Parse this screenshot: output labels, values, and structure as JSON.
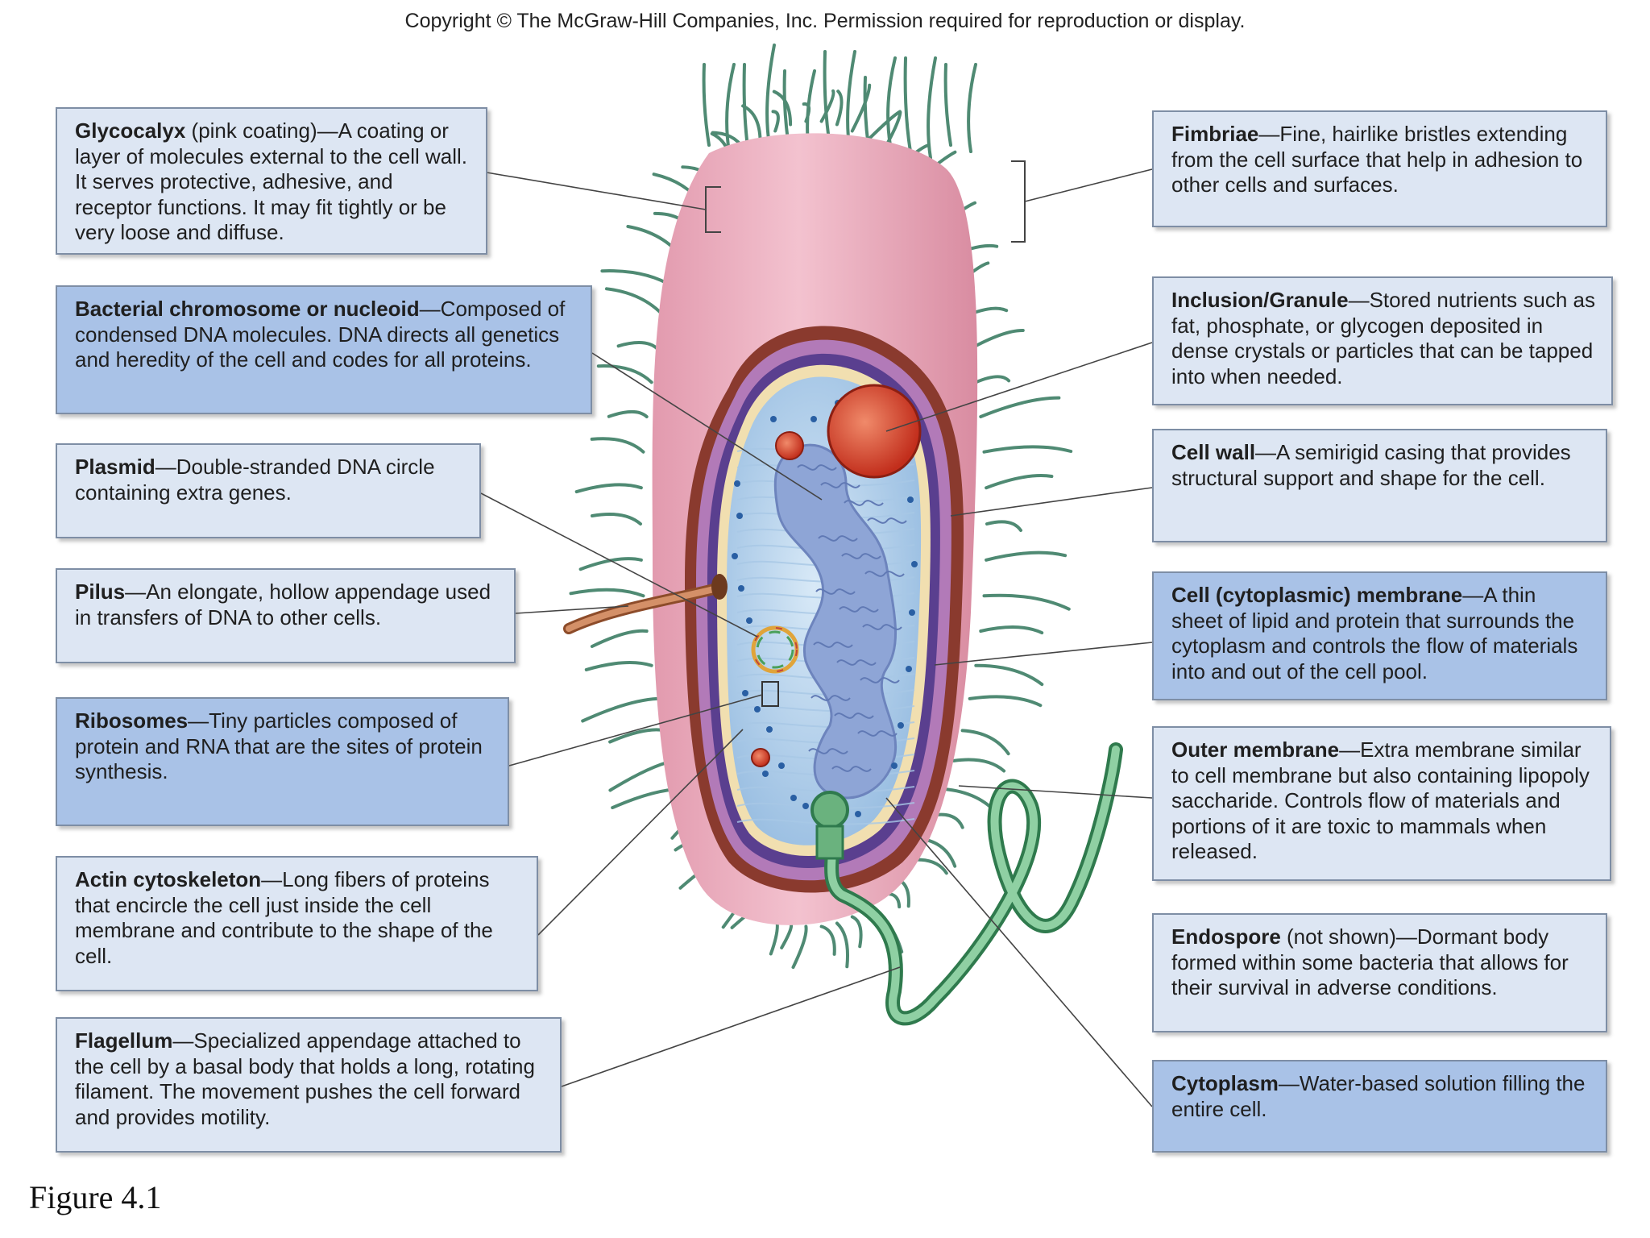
{
  "header": {
    "copyright": "Copyright © The McGraw-Hill Companies, Inc. Permission required for reproduction or display."
  },
  "figure_label": "Figure 4.1",
  "colors": {
    "box_light": "#dde6f3",
    "box_dark": "#a9c2e7",
    "glycocalyx": "#e8a7b6",
    "cytoplasm": "#bcd6ee",
    "nucleoid": "#8ea5d6",
    "granule": "#d9432a",
    "fimbriae": "#4f8a73",
    "flagellum": "#6fb58a"
  },
  "labels_left": [
    {
      "term": "Glycocalyx",
      "text": " (pink coating)—A coating or layer of molecules external to the cell wall. It serves protective, adhesive, and receptor functions. It may fit tightly or be very loose and diffuse."
    },
    {
      "term": "Bacterial chromosome or nucleoid",
      "text": "—Composed of condensed DNA molecules. DNA directs all genetics and heredity of the cell and codes for all proteins."
    },
    {
      "term": "Plasmid",
      "text": "—Double-stranded DNA circle containing extra genes."
    },
    {
      "term": "Pilus",
      "text": "—An elongate, hollow appendage used in transfers of DNA to other cells."
    },
    {
      "term": "Ribosomes",
      "text": "—Tiny particles composed of protein and RNA that are the sites of protein synthesis."
    },
    {
      "term": "Actin cytoskeleton",
      "text": "—Long fibers of proteins that encircle the cell just inside the cell membrane and contribute to the shape of the cell."
    },
    {
      "term": "Flagellum",
      "text": "—Specialized appendage attached to the cell by a basal body that holds a long, rotating filament. The movement pushes the cell forward and provides motility."
    }
  ],
  "labels_right": [
    {
      "term": "Fimbriae",
      "text": "—Fine, hairlike bristles extending from the cell surface that help in adhesion to other cells and surfaces."
    },
    {
      "term": "Inclusion/Granule",
      "text": "—Stored nutrients such as fat, phosphate, or glycogen deposited in dense crystals or particles that can be tapped into when needed."
    },
    {
      "term": "Cell wall",
      "text": "—A semirigid casing that provides structural support and shape for the cell."
    },
    {
      "term": "Cell (cytoplasmic) membrane",
      "text": "—A thin sheet of lipid and protein that surrounds the cytoplasm and controls the flow of materials into and out of the cell pool."
    },
    {
      "term": "Outer membrane",
      "text": "—Extra membrane similar to cell membrane but also containing lipopoly saccharide. Controls flow of materials and portions of it are toxic to mammals when released."
    },
    {
      "term": "Endospore",
      "text": " (not shown)—Dormant body formed within some bacteria that allows for their survival in adverse conditions."
    },
    {
      "term": "Cytoplasm",
      "text": "—Water-based solution filling the entire cell."
    }
  ]
}
